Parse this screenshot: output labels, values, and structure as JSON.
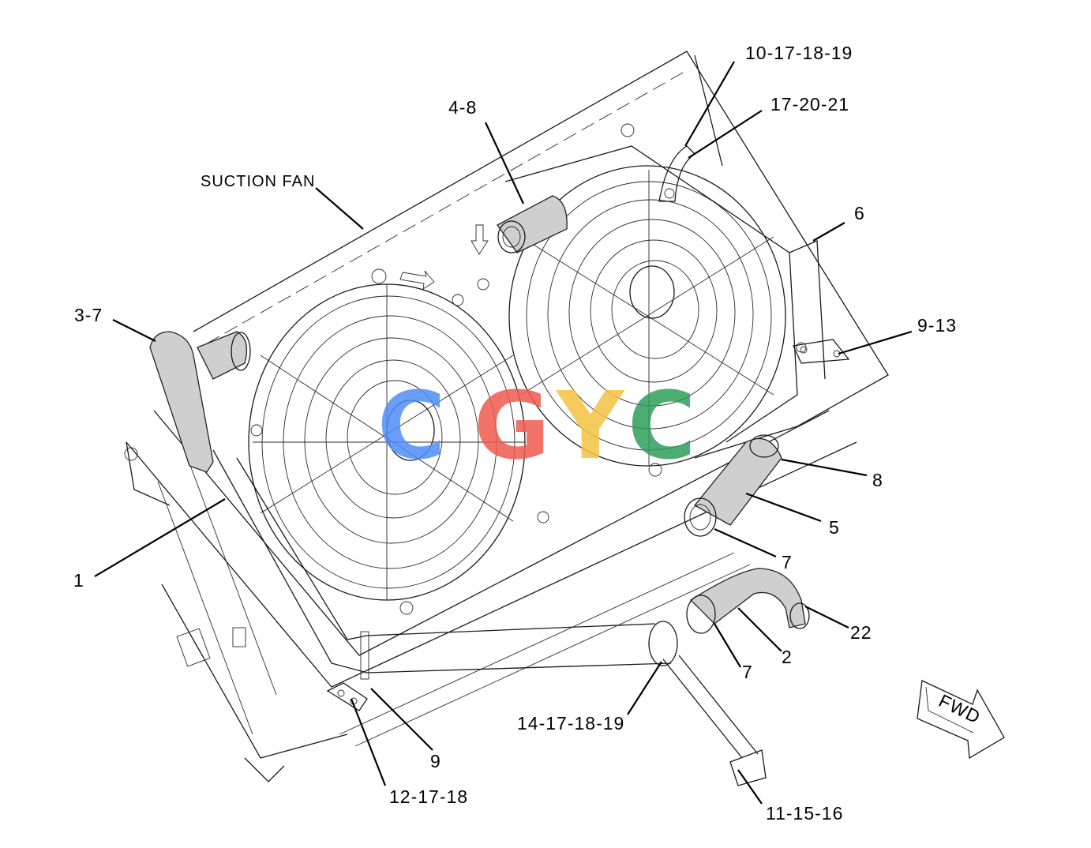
{
  "callouts": {
    "c1": "1",
    "c2": "2",
    "c3_7": "3-7",
    "c4_8": "4-8",
    "c5": "5",
    "c6": "6",
    "c7a": "7",
    "c7b": "7",
    "c8": "8",
    "c9": "9",
    "c9_13": "9-13",
    "c10_17_18_19": "10-17-18-19",
    "c11_15_16": "11-15-16",
    "c12_17_18": "12-17-18",
    "c14_17_18_19": "14-17-18-19",
    "c17_20_21": "17-20-21",
    "c22": "22"
  },
  "labels": {
    "suction_fan": "SUCTION FAN",
    "fwd": "FWD"
  },
  "watermark": {
    "letters": [
      "C",
      "G",
      "Y",
      "C"
    ],
    "colors": [
      "#4f8ef7",
      "#ee5a4f",
      "#f5c342",
      "#2f9e5a"
    ]
  }
}
